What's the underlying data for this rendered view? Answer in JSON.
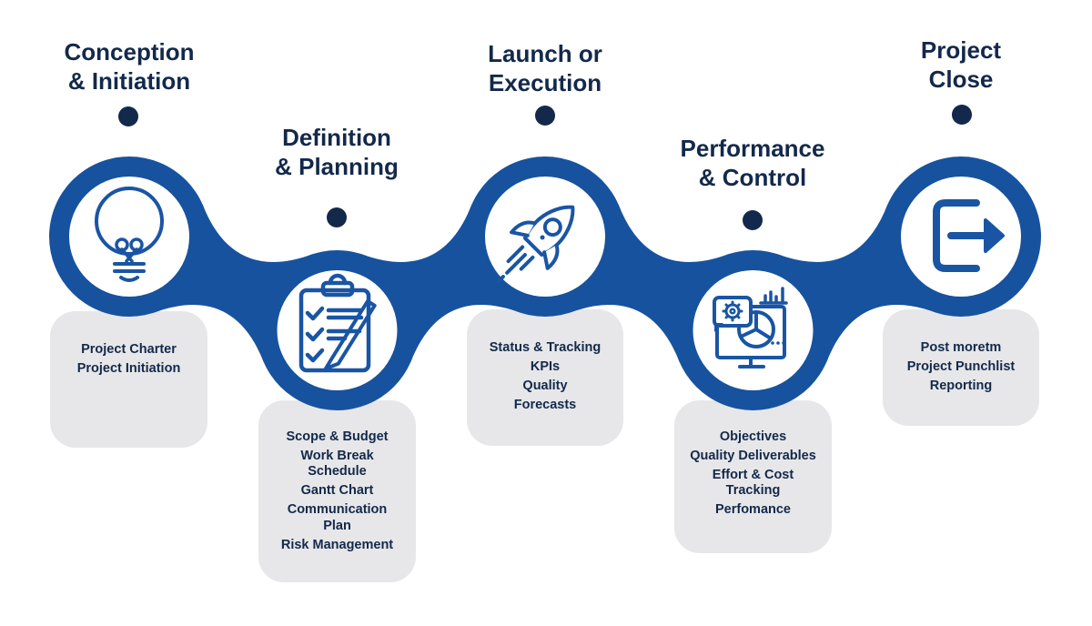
{
  "diagram": {
    "name": "project-management-lifecycle",
    "background": "#ffffff"
  },
  "colors": {
    "blue": "#17529f",
    "navy": "#13294b",
    "card_gray": "#e7e7e9",
    "white": "#ffffff"
  },
  "phases": [
    {
      "name": "conception-initiation",
      "title_line1": "Conception",
      "title_line2": "& Initiation",
      "icon": "lightbulb-icon",
      "items": [
        "Project Charter",
        "Project Initiation"
      ]
    },
    {
      "name": "definition-planning",
      "title_line1": "Definition",
      "title_line2": "& Planning",
      "icon": "clipboard-checklist-icon",
      "items": [
        "Scope & Budget",
        "Work Break\nSchedule",
        "Gantt Chart",
        "Communication\nPlan",
        "Risk Management"
      ]
    },
    {
      "name": "launch-execution",
      "title_line1": "Launch or",
      "title_line2": "Execution",
      "icon": "rocket-icon",
      "items": [
        "Status & Tracking",
        "KPIs",
        "Quality",
        "Forecasts"
      ]
    },
    {
      "name": "performance-control",
      "title_line1": "Performance",
      "title_line2": "& Control",
      "icon": "monitor-analytics-icon",
      "items": [
        "Objectives",
        "Quality Deliverables",
        "Effort & Cost\nTracking",
        "Perfomance"
      ]
    },
    {
      "name": "project-close",
      "title_line1": "Project",
      "title_line2": "Close",
      "icon": "exit-icon",
      "items": [
        "Post moretm",
        "Project Punchlist",
        "Reporting"
      ]
    }
  ]
}
